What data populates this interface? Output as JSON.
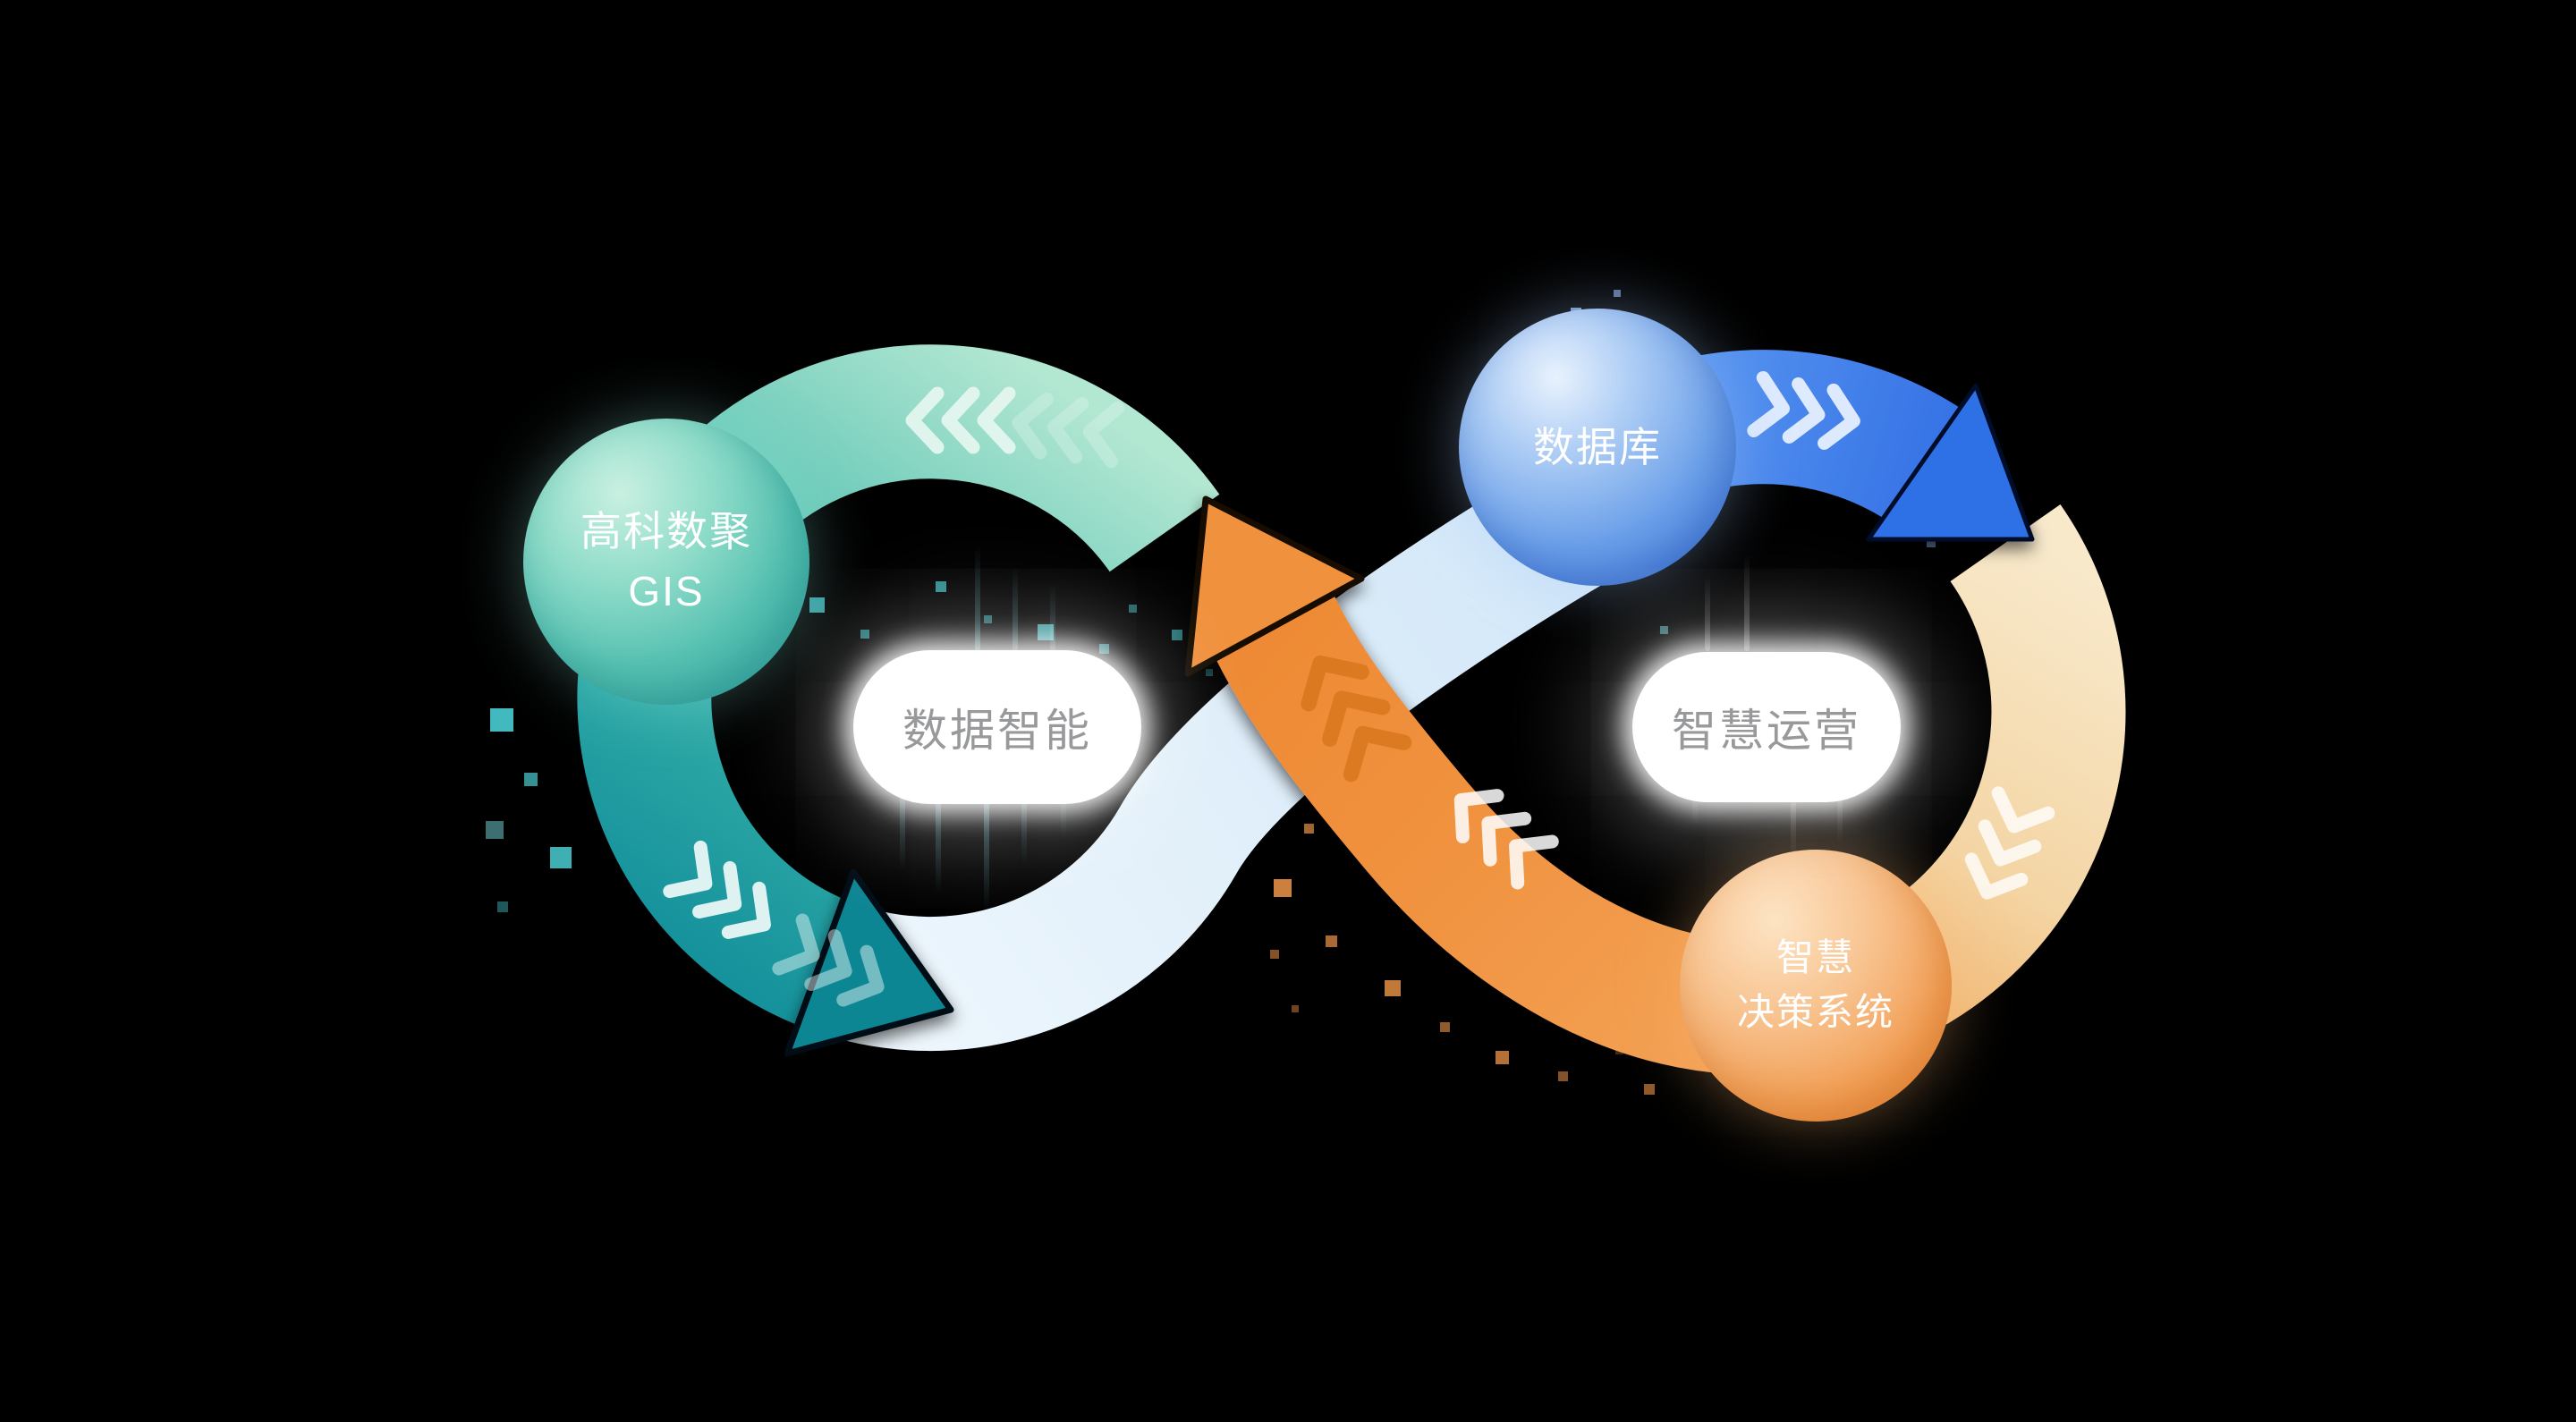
{
  "diagram": {
    "nodes": {
      "gis": {
        "line1": "高科数聚",
        "line2": "GIS"
      },
      "database": {
        "label": "数据库"
      },
      "decision": {
        "line1": "智慧",
        "line2": "决策系统"
      }
    },
    "pills": {
      "left": {
        "label": "数据智能"
      },
      "right": {
        "label": "智慧运营"
      }
    },
    "colors": {
      "background": "#000000",
      "teal": "#2aa5a4",
      "teal_dark": "#0e8694",
      "mint": "#b2e7d2",
      "pale_blue": "#e0eefa",
      "blue": "#2f6fe6",
      "cream": "#f6e3ba",
      "orange": "#ef9140",
      "pill_text": "#98999b",
      "node_text": "#ffffff"
    }
  }
}
